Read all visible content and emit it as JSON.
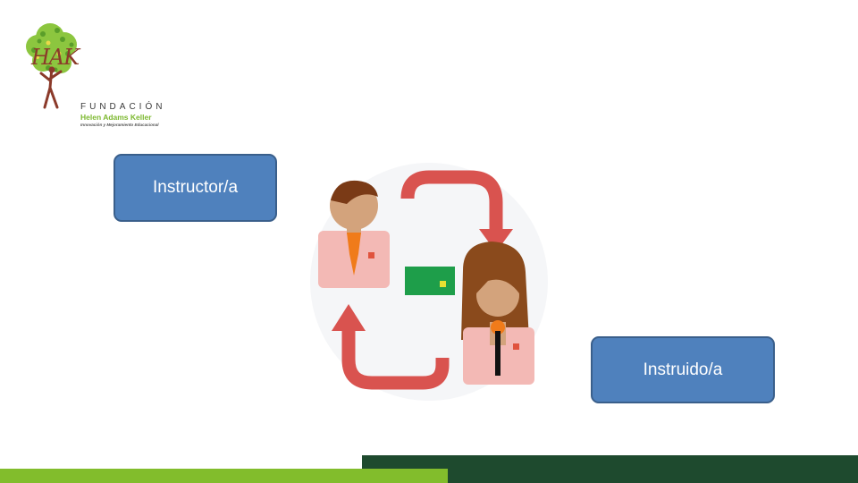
{
  "logo": {
    "monogram": "HAK",
    "line1": "FUNDACIÓN",
    "line2": "Helen Adams Keller",
    "line3": "Innovación y Mejoramiento Educacional"
  },
  "roles": {
    "instructor": "Instructor/a",
    "instruido": "Instruido/a"
  },
  "colors": {
    "box_fill": "#4f81bd",
    "arrow": "#d9534f",
    "money": "#1e9e4a",
    "footer_dark": "#1e4a2e",
    "footer_light": "#82bd2c"
  },
  "icons": [
    "instructor-person-icon",
    "instruido-person-icon",
    "banknote-icon",
    "cycle-arrow-icon"
  ]
}
